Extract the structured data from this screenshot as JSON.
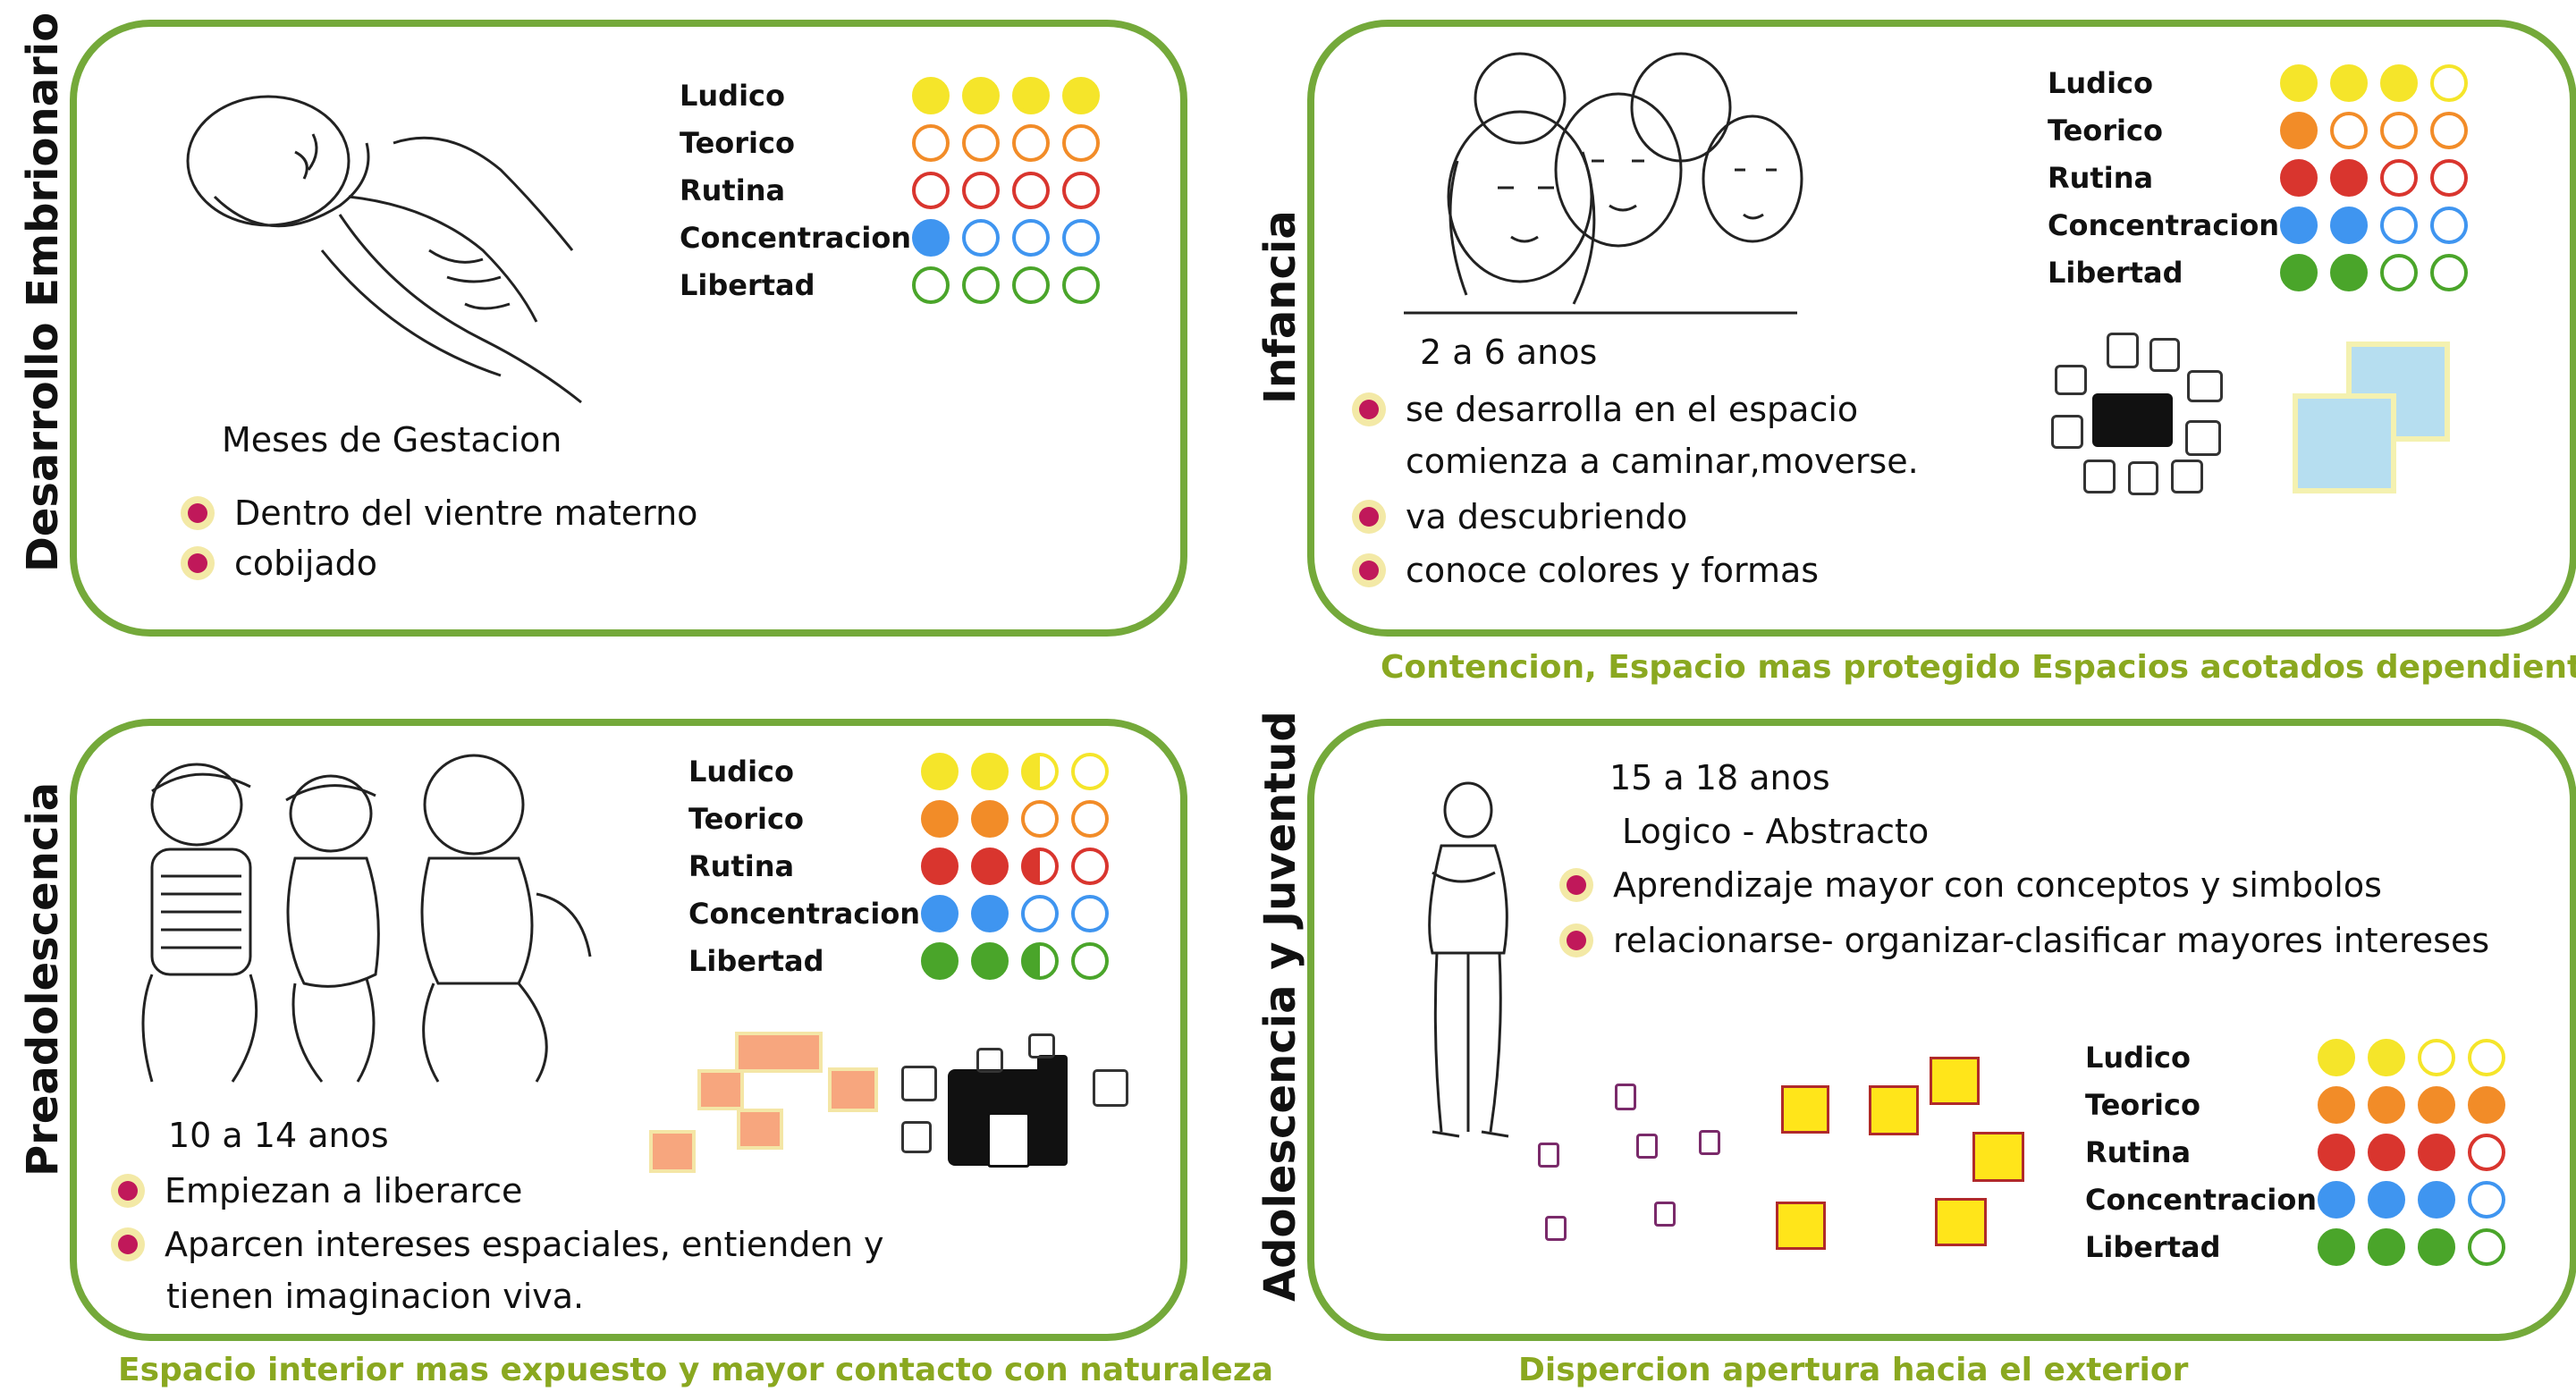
{
  "colors": {
    "frame": "#74a93a",
    "ludico": "#f5e52a",
    "teorico": "#f28c28",
    "rutina": "#d9352e",
    "concentracion": "#3f95f0",
    "libertad": "#4aa52a",
    "bullet": "#c0185a",
    "caption": "#8aa820",
    "salmon": "#f7a67e",
    "lightblue": "#b6def0",
    "yellow": "#ffe51a"
  },
  "legend_labels": [
    "Ludico",
    "Teorico",
    "Rutina",
    "Concentracion",
    "Libertad"
  ],
  "panels": {
    "embrionario": {
      "side_title": "Desarrollo Embrionario",
      "heading": "Meses de Gestacion",
      "bullets": [
        "Dentro del vientre materno",
        "cobijado"
      ],
      "levels": [
        1,
        0,
        0,
        0.25,
        0
      ]
    },
    "infancia": {
      "side_title": "Infancia",
      "age": "2   a   6 anos",
      "bullets": [
        "se desarrolla en el espacio",
        "va descubriendo",
        "conoce colores y formas"
      ],
      "bullet_continuation": "comienza a caminar,moverse.",
      "levels": [
        0.75,
        0.25,
        0.5,
        0.5,
        0.5
      ],
      "caption": "Contencion, Espacio mas protegido Espacios acotados dependientes"
    },
    "preadolescencia": {
      "side_title": "Preadolescencia",
      "age": "10  a   14 anos",
      "bullets": [
        "Empiezan a liberarce",
        "Aparcen intereses espaciales, entienden y"
      ],
      "bullet_continuation": "tienen imaginacion viva.",
      "levels": [
        0.625,
        0.5,
        0.625,
        0.5,
        0.625
      ],
      "caption": "Espacio interior mas expuesto y mayor contacto con  naturaleza"
    },
    "adolescencia": {
      "side_title": "Adolescencia y Juventud",
      "age": "15  a   18 anos",
      "subheading": "Logico - Abstracto",
      "bullets": [
        "Aprendizaje mayor con conceptos y simbolos",
        "relacionarse- organizar-clasificar mayores intereses"
      ],
      "levels": [
        0.5,
        1,
        0.75,
        0.75,
        0.75
      ],
      "caption": "Dispercion apertura hacia  el exterior"
    }
  }
}
